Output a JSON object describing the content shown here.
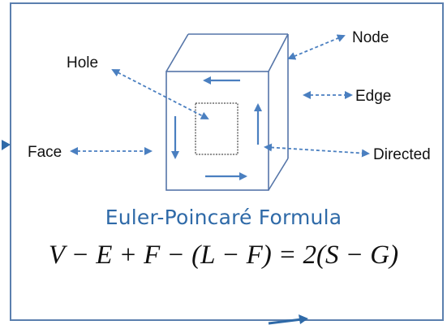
{
  "diagram": {
    "labels": {
      "node": "Node",
      "hole": "Hole",
      "edge": "Edge",
      "face": "Face",
      "directed": "Directed"
    },
    "title": "Euler-Poincaré Formula",
    "formula": "V − E + F − (L − F) = 2(S − G)"
  },
  "colors": {
    "accent": "#2f6aa8",
    "frame_border": "#5b7fae",
    "arrow": "#4a7fc0",
    "cube_edge": "#5575a8"
  }
}
